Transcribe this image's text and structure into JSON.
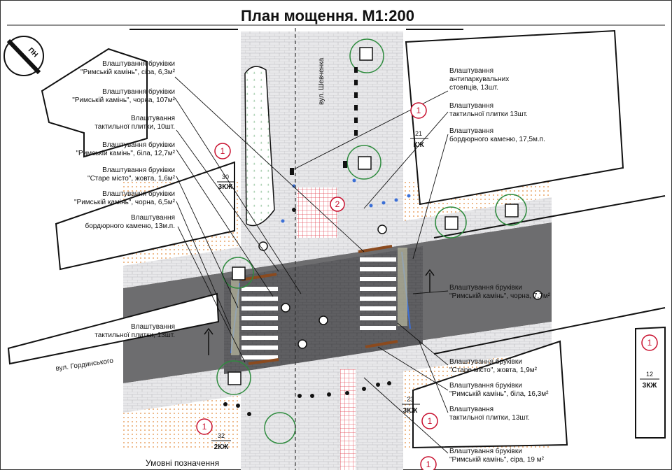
{
  "title": "План мощення. М1:200",
  "north_arrow": {
    "label": "ПН"
  },
  "streets": {
    "gordynskoho": "вул. Гординського",
    "shevchenka": "вул. Шевченка"
  },
  "legend_heading": "Умовні позначення",
  "callouts": [
    {
      "lines": [
        "Влаштування бруківки",
        "\"Римській камінь\", сіра, 6,3м²"
      ]
    },
    {
      "lines": [
        "Влаштування бруківки",
        "\"Римській камінь\", чорна, 107м²"
      ]
    },
    {
      "lines": [
        "Влаштування",
        "тактильної плитки, 10шт."
      ]
    },
    {
      "lines": [
        "Влаштування бруківки",
        "\"Римській камінь\", біла, 12,7м²"
      ]
    },
    {
      "lines": [
        "Влаштування бруківки",
        "\"Старе місто\", жовта, 1,6м²"
      ]
    },
    {
      "lines": [
        "Влаштування бруківки",
        "\"Римській камінь\", чорна, 6,5м²"
      ]
    },
    {
      "lines": [
        "Влаштування",
        "бордюрного каменю, 13м.п."
      ]
    },
    {
      "lines": [
        "Влаштування",
        "антипаркувальних",
        "стовпців, 13шт."
      ]
    },
    {
      "lines": [
        "Влаштування",
        "тактильної плитки 13шт."
      ]
    },
    {
      "lines": [
        "Влаштування",
        "бордюрного каменю, 17,5м.п."
      ]
    },
    {
      "lines": [
        "Влаштування бруківки",
        "\"Римській камінь\", чорна, 7,7м²"
      ]
    },
    {
      "lines": [
        "Влаштування",
        "тактильної плитки, 13шт."
      ]
    },
    {
      "lines": [
        "Влаштування бруківки",
        "\"Старе місто\", жовта, 1,9м²"
      ]
    },
    {
      "lines": [
        "Влаштування бруківки",
        "\"Римській камінь\", біла, 16,3м²"
      ]
    },
    {
      "lines": [
        "Влаштування",
        "тактильної плитки, 13шт."
      ]
    },
    {
      "lines": [
        "Влаштування бруківки",
        "\"Римській камінь\", сіра, 19 м²"
      ]
    }
  ],
  "markers": [
    {
      "number": "1",
      "label": ""
    },
    {
      "number": "1",
      "label": ""
    },
    {
      "number": "2",
      "label": ""
    },
    {
      "number": "1",
      "label": ""
    },
    {
      "number": "1",
      "label": ""
    },
    {
      "number": "1",
      "label": ""
    },
    {
      "number": "1",
      "label": ""
    }
  ],
  "building_tags": [
    {
      "number": "30",
      "code": "3КЖ"
    },
    {
      "number": "21",
      "code": "КЖ"
    },
    {
      "number": "23",
      "code": "3КЖ"
    },
    {
      "number": "12",
      "code": "3КЖ"
    },
    {
      "number": "32",
      "code": "2КЖ"
    }
  ],
  "colors": {
    "road": "#6d6d6f",
    "paving": "#e6e6e8",
    "crosswalk_stripe": "#ffffff",
    "tactile_red": "#e23b4a",
    "curb_brown": "#8b4a1e",
    "tree_ring": "#2e8b3e",
    "marker_red": "#c8102e",
    "orange_boundary": "#e38a3a",
    "blue_posts": "#3b6fd6"
  }
}
